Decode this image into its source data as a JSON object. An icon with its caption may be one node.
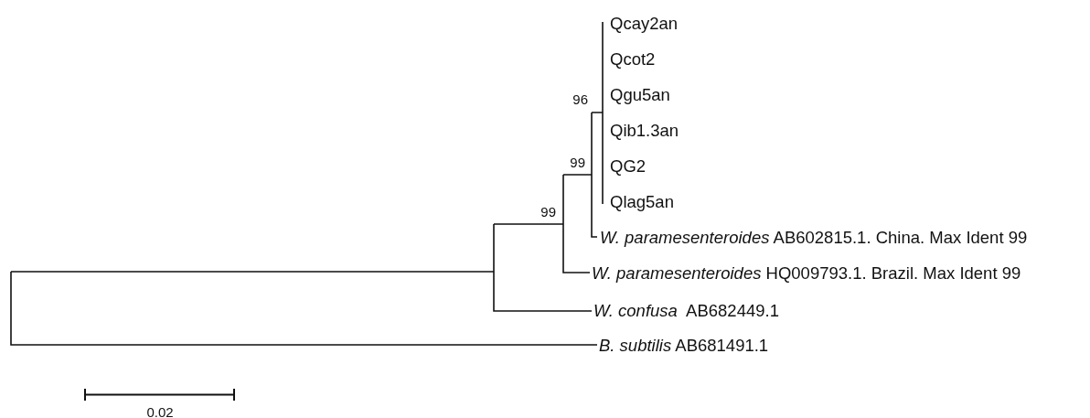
{
  "diagram": {
    "labels": [
      "Qcay2an",
      "Qcot2",
      "96",
      "Qgu5an",
      "Qib1.3an",
      "99",
      "QG2",
      "Qlag5an",
      "99",
      "*W. paramesenteroides* AB602815.1. China. Max Ident 99",
      "*W. paramesenteroides* HQ009793.1. Brazil. Max Ident 99",
      "*W. confusa*  AB682449.1",
      "*B. subtilis* AB681491.1",
      "0.02"
    ]
  }
}
